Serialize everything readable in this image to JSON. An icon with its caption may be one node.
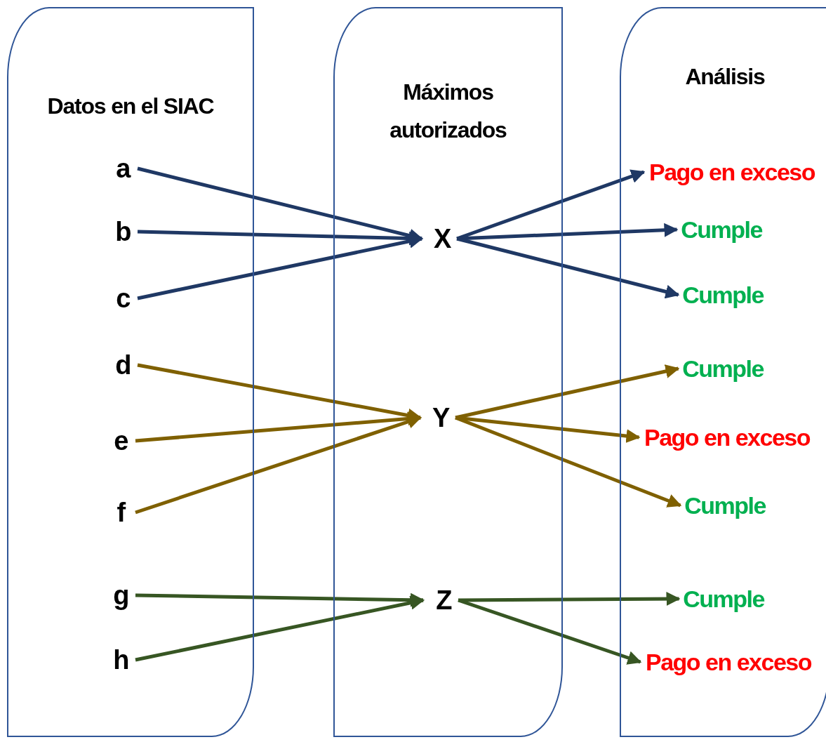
{
  "diagram": {
    "nodes": [
      {
        "text": [
          "Datos en el SIAC"
        ]
      },
      {
        "text": [
          "Máximos autorizados"
        ]
      },
      {
        "text": [
          "Análisis"
        ]
      },
      {
        "text": [
          "a"
        ],
        "in": 0
      },
      {
        "text": [
          "b"
        ],
        "in": 0
      },
      {
        "text": [
          "c"
        ],
        "in": 0
      },
      {
        "text": [
          "d"
        ],
        "in": 0
      },
      {
        "text": [
          "e"
        ],
        "in": 0
      },
      {
        "text": [
          "f"
        ],
        "in": 0
      },
      {
        "text": [
          "g"
        ],
        "in": 0
      },
      {
        "text": [
          "h"
        ],
        "in": 0
      },
      {
        "text": [
          "X"
        ],
        "in": 1
      },
      {
        "text": [
          "Y"
        ],
        "in": 1
      },
      {
        "text": [
          "Z"
        ],
        "in": 1
      },
      {
        "text": [
          "Pago en exceso"
        ],
        "in": 2
      },
      {
        "text": [
          "Cumple"
        ],
        "in": 2
      },
      {
        "text": [
          "Cumple"
        ],
        "in": 2
      },
      {
        "text": [
          "Cumple"
        ],
        "in": 2
      },
      {
        "text": [
          "Pago en exceso"
        ],
        "in": 2
      },
      {
        "text": [
          "Cumple"
        ],
        "in": 2
      },
      {
        "text": [
          "Cumple"
        ],
        "in": 2
      },
      {
        "text": [
          "Pago en exceso"
        ],
        "in": 2
      }
    ],
    "edges": [
      {
        "from": 3,
        "to": 11,
        "arrow": "to",
        "color": "#1f3864"
      },
      {
        "from": 4,
        "to": 11,
        "arrow": "to",
        "color": "#1f3864"
      },
      {
        "from": 5,
        "to": 11,
        "arrow": "to",
        "color": "#1f3864"
      },
      {
        "from": 11,
        "to": 14,
        "arrow": "to",
        "color": "#1f3864"
      },
      {
        "from": 11,
        "to": 15,
        "arrow": "to",
        "color": "#1f3864"
      },
      {
        "from": 11,
        "to": 16,
        "arrow": "to",
        "color": "#1f3864"
      },
      {
        "from": 6,
        "to": 12,
        "arrow": "to",
        "color": "#7f6000"
      },
      {
        "from": 7,
        "to": 12,
        "arrow": "to",
        "color": "#7f6000"
      },
      {
        "from": 8,
        "to": 12,
        "arrow": "to",
        "color": "#7f6000"
      },
      {
        "from": 12,
        "to": 17,
        "arrow": "to",
        "color": "#7f6000"
      },
      {
        "from": 12,
        "to": 18,
        "arrow": "to",
        "color": "#7f6000"
      },
      {
        "from": 12,
        "to": 19,
        "arrow": "to",
        "color": "#7f6000"
      },
      {
        "from": 9,
        "to": 13,
        "arrow": "to",
        "color": "#375623"
      },
      {
        "from": 10,
        "to": 13,
        "arrow": "to",
        "color": "#375623"
      },
      {
        "from": 13,
        "to": 20,
        "arrow": "to",
        "color": "#375623"
      },
      {
        "from": 13,
        "to": 21,
        "arrow": "to",
        "color": "#375623"
      }
    ]
  }
}
